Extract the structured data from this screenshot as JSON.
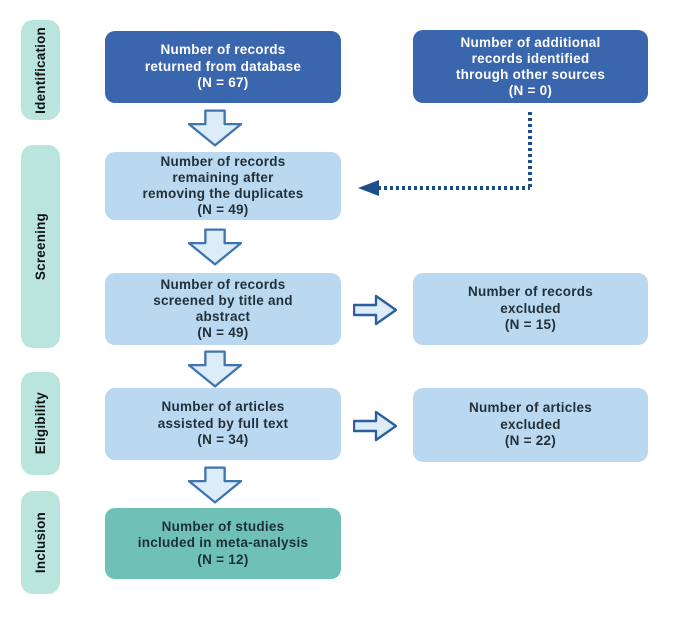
{
  "diagram": {
    "type": "prisma-flow",
    "colors": {
      "primary_box": "#3a66ae",
      "secondary_box": "#bad9f1",
      "final_box": "#6fc1b6",
      "stage_bar": "#bae5de",
      "arrow_fill": "#ddedf7",
      "arrow_stroke": "#3f74b3",
      "dotted_connector": "#1d4f87",
      "primary_text": "#ffffff",
      "dark_text": "#22303a"
    }
  },
  "stages": [
    {
      "label": "Identification"
    },
    {
      "label": "Screening"
    },
    {
      "label": "Eligibility"
    },
    {
      "label": "Inclusion"
    }
  ],
  "flow": {
    "records_database": "Number of records\nreturned from database\n(N = 67)",
    "additional_records": "Number of additional\nrecords identified\nthrough other sources\n(N = 0)",
    "after_duplicates": "Number of records\nremaining after\nremoving the duplicates\n(N = 49)",
    "screened": "Number of records\nscreened by title and\nabstract\n(N = 49)",
    "records_excluded": "Number of records\nexcluded\n(N = 15)",
    "full_text": "Number of articles\nassisted by full text\n(N = 34)",
    "articles_excluded": "Number of articles\nexcluded\n(N = 22)",
    "included": "Number of studies\nincluded in meta-analysis\n(N = 12)"
  }
}
